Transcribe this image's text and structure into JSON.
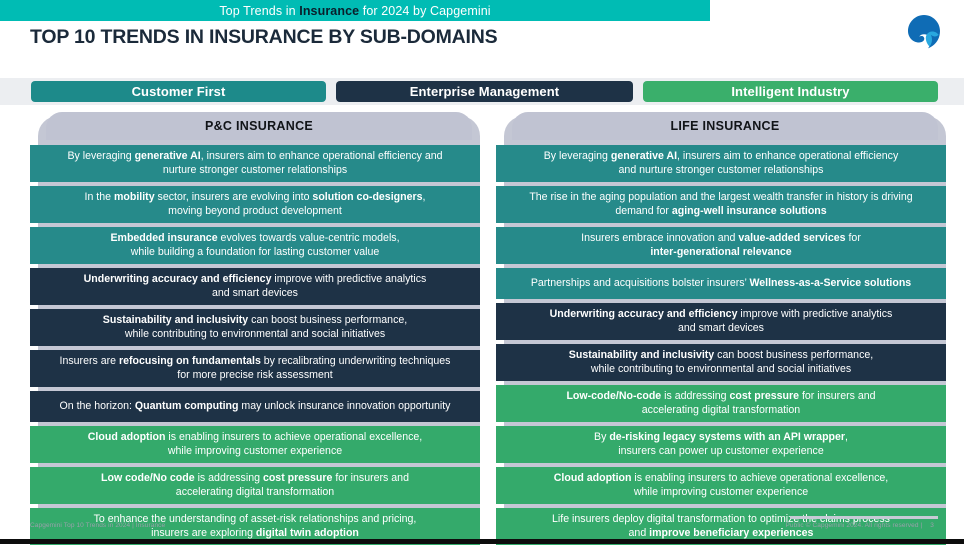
{
  "banner": {
    "prefix": "Top Trends in ",
    "highlight": "Insurance",
    "suffix": " for 2024 by Capgemini",
    "bg_color": "#00bcb4"
  },
  "page_title": "TOP 10 TRENDS IN INSURANCE BY SUB-DOMAINS",
  "logo": {
    "name": "capgemini-logo",
    "color_dark": "#0f6cb5",
    "color_light": "#29a8df"
  },
  "tabs": [
    {
      "label": "Customer First",
      "color": "#1d8a8a"
    },
    {
      "label": "Enterprise Management",
      "color": "#1e3246"
    },
    {
      "label": "Intelligent Industry",
      "color": "#3aaf6b"
    }
  ],
  "columns": [
    {
      "header": "P&C INSURANCE",
      "rows": [
        {
          "category": "customer-first",
          "color": "teal",
          "html": "By leveraging <b>generative AI</b>, insurers aim to enhance operational efficiency and<br>nurture stronger customer relationships"
        },
        {
          "category": "customer-first",
          "color": "teal",
          "html": "In the <b>mobility</b> sector, insurers are evolving into <b>solution co-designers</b>,<br>moving beyond product development"
        },
        {
          "category": "customer-first",
          "color": "teal",
          "html": "<b>Embedded insurance</b> evolves towards value-centric models,<br>while building a foundation for lasting customer value"
        },
        {
          "category": "enterprise-management",
          "color": "navy",
          "html": "<b>Underwriting accuracy and efficiency</b> improve with predictive analytics<br>and smart devices"
        },
        {
          "category": "enterprise-management",
          "color": "navy",
          "html": "<b>Sustainability and inclusivity</b> can boost business performance,<br>while contributing to environmental and social initiatives"
        },
        {
          "category": "enterprise-management",
          "color": "navy",
          "html": "Insurers are <b>refocusing on fundamentals</b> by recalibrating underwriting techniques<br>for more precise risk assessment"
        },
        {
          "category": "enterprise-management",
          "color": "navy",
          "html": "On the horizon: <b>Quantum computing</b> may unlock insurance innovation opportunity"
        },
        {
          "category": "intelligent-industry",
          "color": "green",
          "html": "<b>Cloud adoption</b> is enabling insurers to achieve operational excellence,<br>while improving customer experience"
        },
        {
          "category": "intelligent-industry",
          "color": "green",
          "html": "<b>Low code/No code</b> is addressing <b>cost pressure</b> for insurers and<br>accelerating digital transformation"
        },
        {
          "category": "intelligent-industry",
          "color": "green",
          "html": "To enhance the understanding of asset-risk relationships and pricing,<br>insurers are exploring <b>digital twin adoption</b>"
        }
      ]
    },
    {
      "header": "LIFE INSURANCE",
      "rows": [
        {
          "category": "customer-first",
          "color": "teal",
          "html": "By leveraging <b>generative AI</b>, insurers aim to enhance operational efficiency<br>and nurture stronger customer relationships"
        },
        {
          "category": "customer-first",
          "color": "teal",
          "html": "The rise in the aging population and the largest wealth transfer in history is driving<br>demand for <b>aging-well insurance solutions</b>"
        },
        {
          "category": "customer-first",
          "color": "teal",
          "html": "Insurers embrace innovation and <b>value-added services</b> for<br><b>inter-generational relevance</b>"
        },
        {
          "category": "customer-first",
          "color": "teal",
          "html": "Partnerships and acquisitions bolster insurers&rsquo; <b>Wellness-as-a-Service solutions</b>"
        },
        {
          "category": "enterprise-management",
          "color": "navy",
          "html": "<b>Underwriting accuracy and efficiency</b> improve with predictive analytics<br>and smart devices"
        },
        {
          "category": "enterprise-management",
          "color": "navy",
          "html": "<b>Sustainability and inclusivity</b> can boost business performance,<br>while contributing to environmental and social initiatives"
        },
        {
          "category": "intelligent-industry",
          "color": "green",
          "html": "<b>Low-code/No-code</b> is addressing <b>cost pressure</b> for insurers and<br>accelerating digital transformation"
        },
        {
          "category": "intelligent-industry",
          "color": "green",
          "html": "By <b>de-risking legacy systems with an API wrapper</b>,<br>insurers can power up customer experience"
        },
        {
          "category": "intelligent-industry",
          "color": "green",
          "html": "<b>Cloud adoption</b> is enabling insurers to achieve operational excellence,<br>while improving customer experience"
        },
        {
          "category": "intelligent-industry",
          "color": "green",
          "html": "Life insurers deploy digital transformation to optimize the claims process<br>and <b>improve beneficiary experiences</b>"
        }
      ]
    }
  ],
  "footer": {
    "left": "Capgemini Top 10 Trends in 2024 | Insurance",
    "right": "Public © Capgemini 2024. All rights reserved |",
    "page_number": "3"
  }
}
